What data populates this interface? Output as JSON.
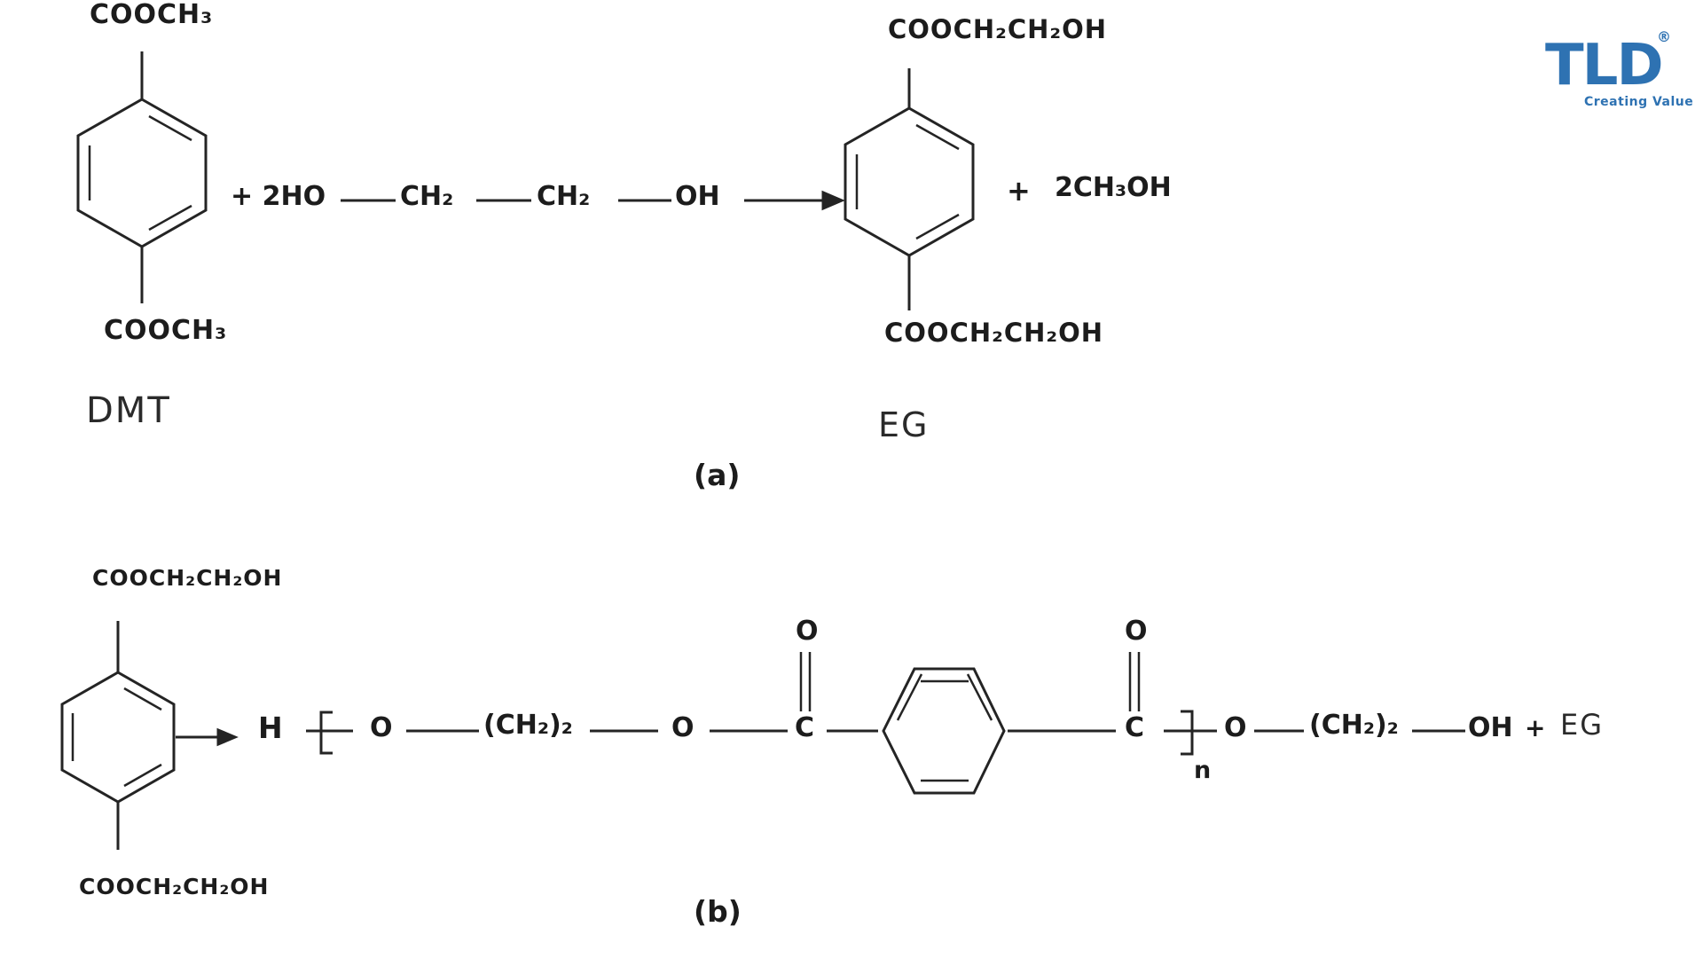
{
  "logo": {
    "brand": "TLD",
    "registered": "®",
    "tagline": "Creating Value",
    "color": "#2e72b2"
  },
  "reaction_a": {
    "reactant_top_group": "COOCH₃",
    "reactant_bottom_group": "COOCH₃",
    "reactant_label": "DMT",
    "plus_glycol": "+ 2HO",
    "glycol_ch2_first": "CH₂",
    "glycol_ch2_second": "CH₂",
    "glycol_oh": "OH",
    "product_top_group": "COOCH₂CH₂OH",
    "product_bottom_group": "COOCH₂CH₂OH",
    "product_label": "EG",
    "plus_byproduct": "+",
    "byproduct": "2CH₃OH",
    "caption": "(a)"
  },
  "reaction_b": {
    "reactant_top_group": "COOCH₂CH₂OH",
    "reactant_bottom_group": "COOCH₂CH₂OH",
    "chain_h": "H",
    "chain_o_first": "O",
    "chain_ch2_first": "(CH₂)₂",
    "chain_o_second": "O",
    "carbonyl_c_first": "C",
    "carbonyl_o_first": "O",
    "carbonyl_c_second": "C",
    "carbonyl_o_second": "O",
    "repeat_subscript": "n",
    "tail_o": "O",
    "tail_ch2": "(CH₂)₂",
    "tail_oh": "OH",
    "plus_byproduct": "+",
    "byproduct": "EG",
    "caption": "(b)"
  }
}
